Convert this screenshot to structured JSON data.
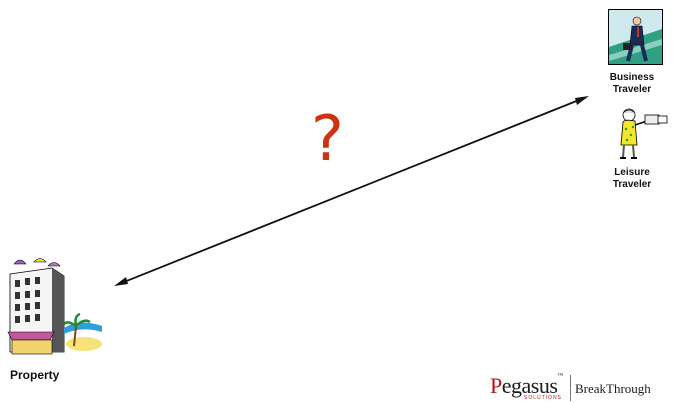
{
  "question_mark": "?",
  "travelers": {
    "business": {
      "line1": "Business",
      "line2": "Traveler"
    },
    "leisure": {
      "line1": "Leisure",
      "line2": "Traveler"
    }
  },
  "property": {
    "label": "Property"
  },
  "branding": {
    "pegasus_first": "P",
    "pegasus_rest": "egasus",
    "trademark": "™",
    "pegasus_sub": "SOLUTIONS",
    "breakthrough": "BreakThrough"
  },
  "colors": {
    "question": "#cc3311",
    "arrow": "#111111",
    "brand_red": "#b0151b"
  },
  "icons": [
    "business-traveler-clipart-icon",
    "leisure-traveler-clipart-icon",
    "hotel-property-clipart-icon"
  ]
}
